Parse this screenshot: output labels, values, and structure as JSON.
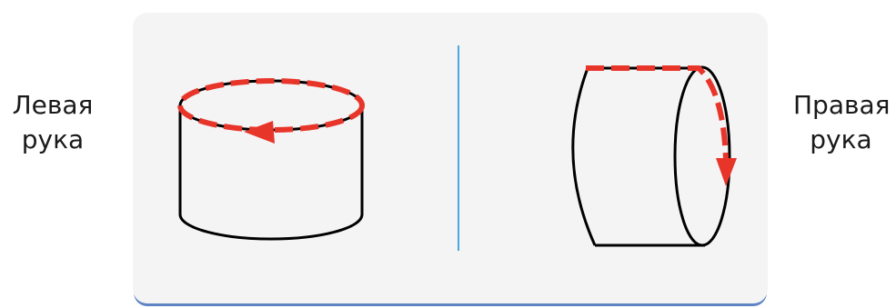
{
  "labels": {
    "left": {
      "line1": "Левая",
      "line2": "рука"
    },
    "right": {
      "line1": "Правая",
      "line2": "рука"
    }
  },
  "colors": {
    "panel_background": "#f4f4f4",
    "divider": "#4aa8df",
    "outline": "#000000",
    "arrow": "#e8352a",
    "panel_shadow": "#5f84c4"
  }
}
